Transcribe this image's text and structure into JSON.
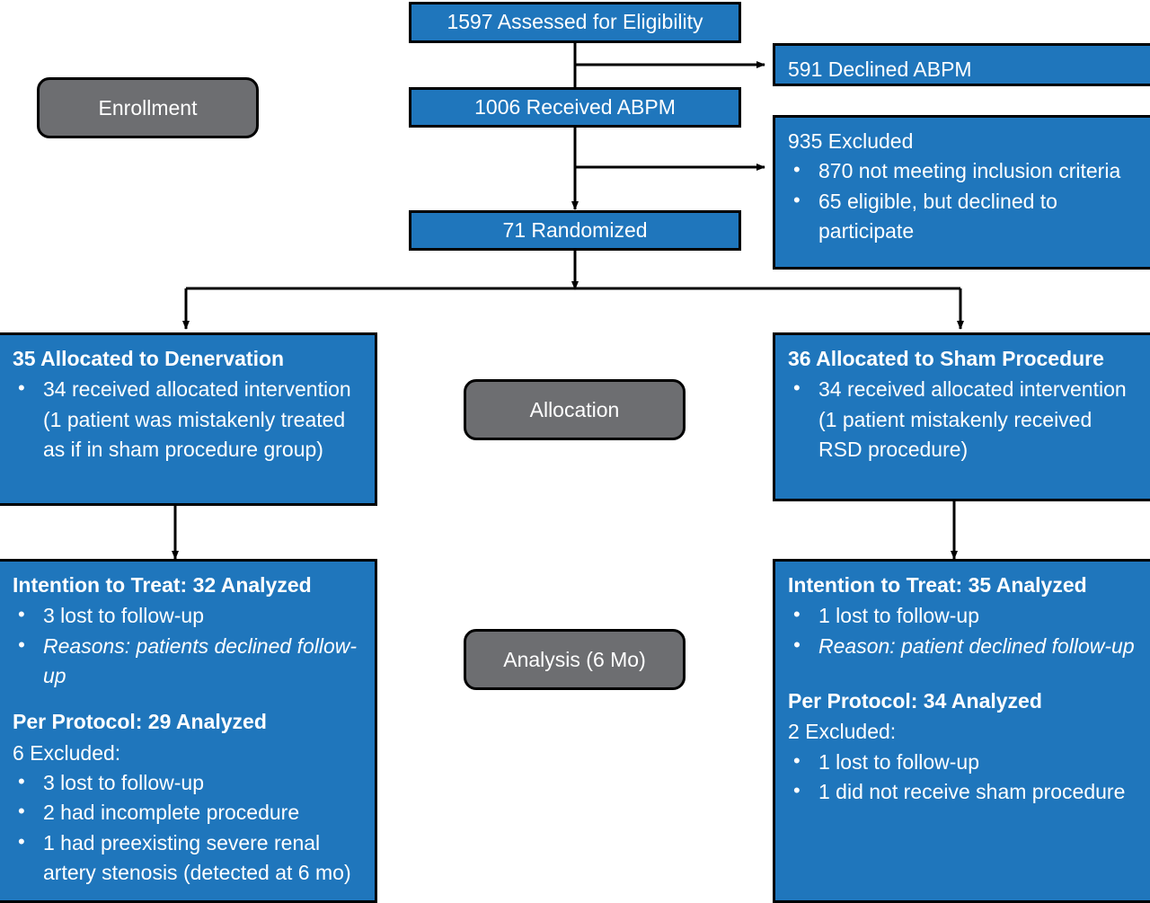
{
  "diagram": {
    "title": "CONSORT participant flow diagram",
    "colors": {
      "node_fill": "#1f76bc",
      "stage_fill": "#6d6e71",
      "stroke": "#000000",
      "text": "#ffffff"
    }
  },
  "stages": [
    {
      "label": "Enrollment"
    },
    {
      "label": "Allocation"
    },
    {
      "label": "Analysis (6 Mo)"
    }
  ],
  "enrollment": {
    "assessed": "1597 Assessed for Eligibility",
    "received_abpm": "1006 Received ABPM",
    "randomized": "71 Randomized",
    "declined_abpm": "591 Declined ABPM",
    "excluded": {
      "header": "935 Excluded",
      "items": [
        "870 not meeting inclusion criteria",
        "65 eligible, but declined to participate"
      ]
    }
  },
  "allocation": {
    "left": {
      "header": "35 Allocated to Denervation",
      "items": [
        "34 received allocated intervention (1 patient was mistakenly treated as if in sham procedure group)"
      ]
    },
    "right": {
      "header": "36 Allocated to Sham Procedure",
      "items": [
        "34 received allocated intervention (1 patient mistakenly received RSD procedure)"
      ]
    }
  },
  "analysis": {
    "left": {
      "itt_header": "Intention to Treat: 32 Analyzed",
      "itt_items": [
        {
          "text": "3 lost to follow-up",
          "italic": false
        },
        {
          "text": "Reasons: patients declined follow-up",
          "italic": true
        }
      ],
      "pp_header": "Per Protocol: 29 Analyzed",
      "pp_subheader": "6 Excluded:",
      "pp_items": [
        "3 lost to follow-up",
        "2 had incomplete procedure",
        "1 had preexisting severe renal artery stenosis (detected at 6 mo)"
      ]
    },
    "right": {
      "itt_header": "Intention to Treat: 35 Analyzed",
      "itt_items": [
        {
          "text": "1 lost to follow-up",
          "italic": false
        },
        {
          "text": "Reason: patient declined follow-up",
          "italic": true
        }
      ],
      "pp_header": "Per Protocol: 34 Analyzed",
      "pp_subheader": "2 Excluded:",
      "pp_items": [
        "1 lost to follow-up",
        "1 did not receive sham procedure"
      ]
    }
  }
}
